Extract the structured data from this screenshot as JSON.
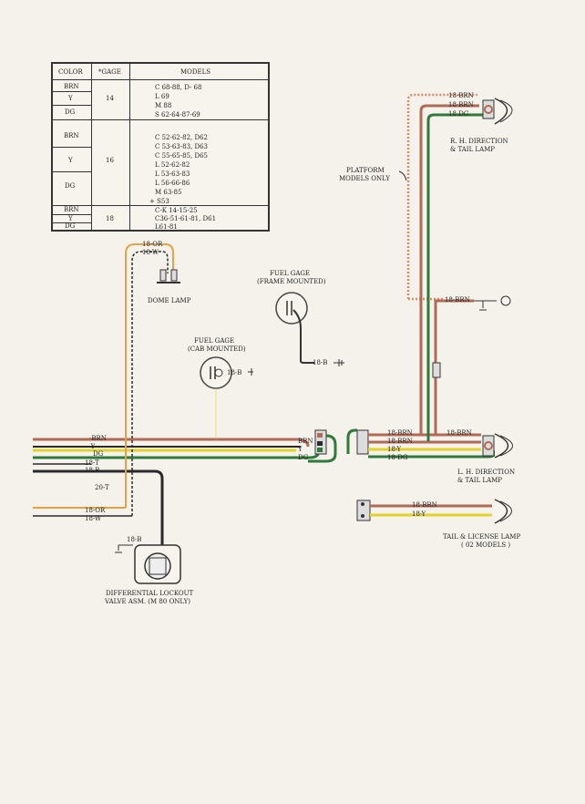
{
  "table": {
    "headers": {
      "color": "COLOR",
      "gage": "*GAGE",
      "models": "MODELS"
    },
    "groups": [
      {
        "colors": [
          "BRN",
          "Y",
          "DG"
        ],
        "gage": "14",
        "models": [
          "C 68-88, D- 68",
          "L 69",
          "M 88",
          "S 62-64-87-69"
        ]
      },
      {
        "colors": [
          "BRN",
          "Y",
          "DG"
        ],
        "gage": "16",
        "models": [
          "C 52-62-82, D62",
          "C 53-63-83, D63",
          "C 55-65-85, D65",
          "L 52-62-82",
          "L 53-63-83",
          "L 56-66-86",
          "M 63-85",
          "+ S53"
        ]
      },
      {
        "colors": [
          "BRN",
          "Y",
          "DG"
        ],
        "gage": "18",
        "models": [
          "C-K 14-15-25",
          "C36-51-61-81, D61",
          "L61-81"
        ]
      }
    ]
  },
  "components": {
    "dome_lamp": "DOME LAMP",
    "fuel_gage_frame": [
      "FUEL GAGE",
      "(FRAME MOUNTED)"
    ],
    "fuel_gage_cab": [
      "FUEL GAGE",
      "(CAB MOUNTED)"
    ],
    "rh_lamp": [
      "R. H. DIRECTION",
      "& TAIL LAMP"
    ],
    "lh_lamp": [
      "L. H. DIRECTION",
      "& TAIL LAMP"
    ],
    "tail_license": [
      "TAIL & LICENSE LAMP",
      "( 02 MODELS )"
    ],
    "platform": [
      "PLATFORM",
      "MODELS ONLY"
    ],
    "diff_lockout": [
      "DIFFERENTIAL LOCKOUT",
      "VALVE ASM. (M 80 ONLY)"
    ]
  },
  "wire_labels": {
    "dome_or": "18-OR",
    "dome_w": "18-W",
    "fuel_frame_b": "18-B",
    "fuel_cab_b": "18-B",
    "rh_brn_dotted": "18-BRN",
    "rh_brn": "18-BRN",
    "rh_dg": "18-DG",
    "platform_brn": "18-BRN",
    "lh_brn_a": "18-BRN",
    "lh_brn_b": "18-BRN",
    "lh_brn_c": "18-BRN",
    "lh_y": "18-Y",
    "lh_dg": "18-DG",
    "tl_brn": "18-BRN",
    "tl_y": "18-Y",
    "harness_brn": "-BRN",
    "harness_y": "-Y-",
    "harness_dg": "DG",
    "harness_t": "18-T",
    "harness_b": "18-B",
    "harness_20t": "20-T",
    "harness_or": "18-OR",
    "harness_w": "18-W",
    "diff_b": "18-B",
    "conn_brn": "BRN",
    "conn_y": "Y",
    "conn_dg": "DG"
  },
  "colors": {
    "brown": "#b06a55",
    "yellow": "#e3d22c",
    "green": "#2f7a3a",
    "black": "#2a2a2a",
    "orange": "#e2a24a",
    "dotted": "#d98a6a"
  }
}
